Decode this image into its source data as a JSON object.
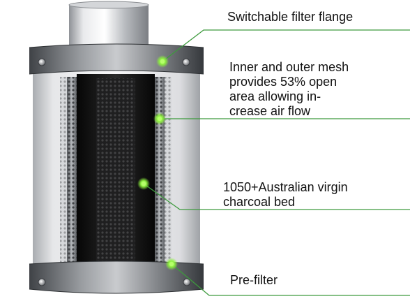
{
  "colors": {
    "callout_line": "#3d9a3d",
    "dot": "#8df23c",
    "metal": "#c7c9cc",
    "band": "#5c5f63",
    "carbon": "#1a1a1a"
  },
  "callouts": [
    {
      "id": "flange",
      "lines": [
        "Switchable filter flange"
      ]
    },
    {
      "id": "mesh",
      "lines": [
        "Inner and outer mesh",
        "provides 53% open",
        "area allowing in-",
        "crease air flow"
      ]
    },
    {
      "id": "charcoal",
      "lines": [
        "1050+Australian virgin",
        "charcoal bed"
      ]
    },
    {
      "id": "prefilter",
      "lines": [
        "Pre-filter"
      ]
    }
  ],
  "icons": [
    "bolt-icon"
  ]
}
